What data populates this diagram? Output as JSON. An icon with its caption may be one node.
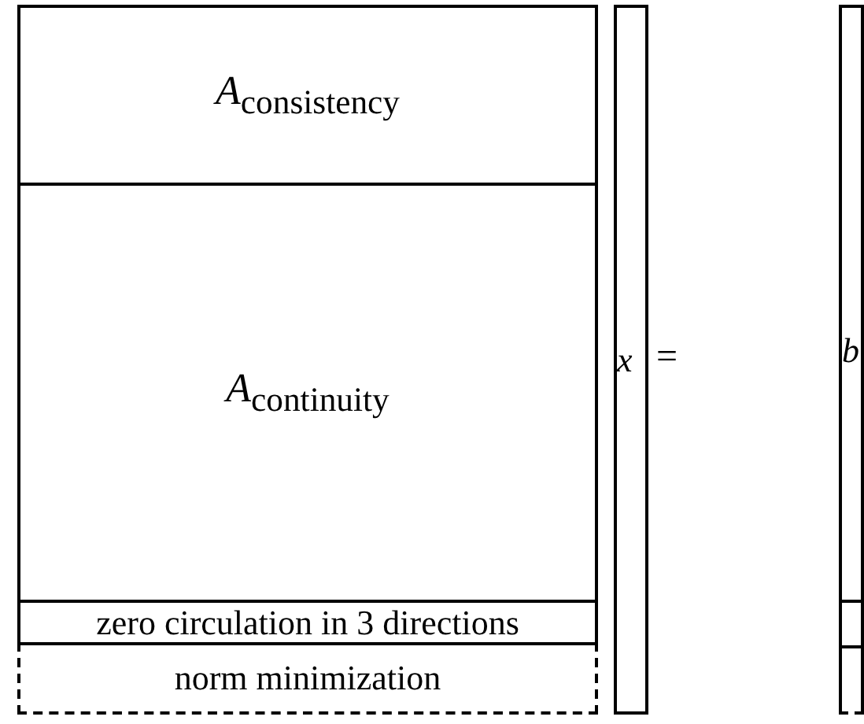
{
  "diagram": {
    "nodes": [
      {
        "text": [
          "*A*$_{consistency}$"
        ]
      },
      {
        "text": [
          "*A*$_{continuity}$"
        ]
      },
      {
        "text": [
          "zero circulation in 3 directions"
        ]
      },
      {
        "text": [
          "norm minimization"
        ]
      },
      {
        "text": [
          "*x*"
        ]
      },
      {
        "text": [
          "*b*"
        ]
      }
    ],
    "edges": [],
    "labels": [
      "="
    ]
  }
}
